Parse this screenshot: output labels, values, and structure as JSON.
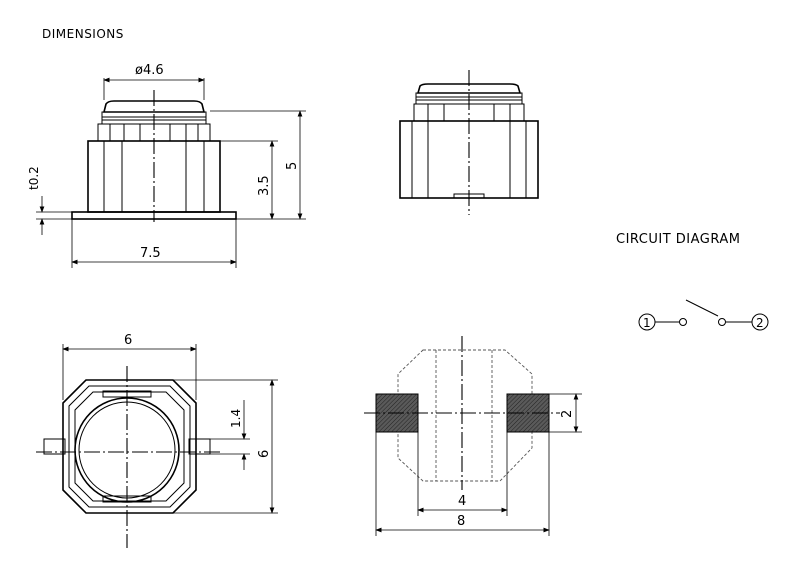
{
  "title": "DIMENSIONS",
  "circuit": {
    "title": "CIRCUIT DIAGRAM",
    "pin1": "1",
    "pin2": "2"
  },
  "side_view": {
    "dia": "ø4.6",
    "width": "7.5",
    "height_total": "5",
    "height_body": "3.5",
    "terminal_thickness": "t0.2"
  },
  "top_view": {
    "width": "6",
    "height": "6",
    "tab": "1.4"
  },
  "footprint": {
    "pad_height": "2",
    "gap": "4",
    "span": "8"
  }
}
